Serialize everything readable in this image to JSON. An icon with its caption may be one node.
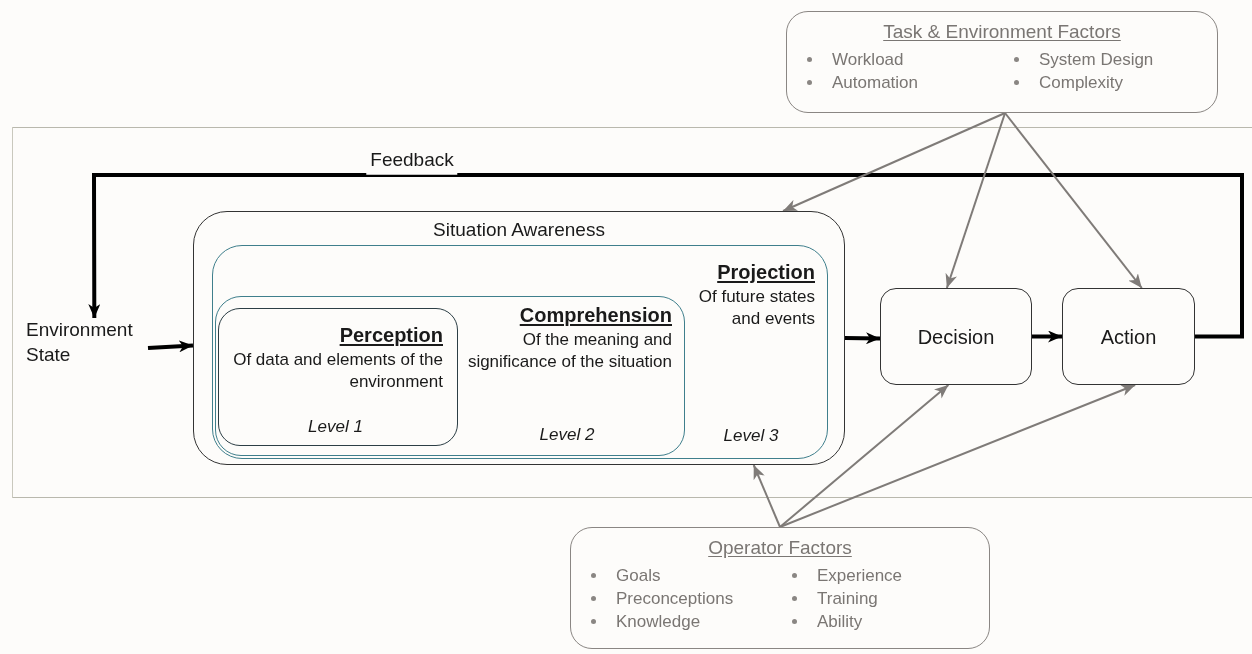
{
  "diagram": {
    "nodes": [
      {
        "text": [
          "Task & Environment Factors",
          "Workload",
          "System Design",
          "Automation",
          "Complexity"
        ]
      },
      {
        "text": [
          "Environment State"
        ]
      },
      {
        "text": [
          "Situation Awareness"
        ]
      },
      {
        "text": [
          "Projection",
          "Of future states and events",
          "Level 3"
        ],
        "in": 2
      },
      {
        "text": [
          "Comprehension",
          "Of the meaning and significance of the situation",
          "Level 2"
        ],
        "in": 3
      },
      {
        "text": [
          "Perception",
          "Of data and elements of the environment",
          "Level 1"
        ],
        "in": 4
      },
      {
        "text": [
          "Decision"
        ]
      },
      {
        "text": [
          "Action"
        ]
      },
      {
        "text": [
          "Operator Factors",
          "Goals",
          "Experience",
          "Preconceptions",
          "Training",
          "Knowledge",
          "Ability"
        ]
      }
    ],
    "edges": [
      {
        "from": 7,
        "to": 1,
        "arrow": "to",
        "label": "Feedback",
        "style": "thick",
        "color": "#000000"
      },
      {
        "from": 1,
        "to": 2,
        "arrow": "to",
        "style": "thick",
        "color": "#000000"
      },
      {
        "from": 2,
        "to": 6,
        "arrow": "to",
        "style": "thick",
        "color": "#000000"
      },
      {
        "from": 6,
        "to": 7,
        "arrow": "to",
        "style": "thick",
        "color": "#000000"
      },
      {
        "from": 0,
        "to": 2,
        "arrow": "to"
      },
      {
        "from": 0,
        "to": 6,
        "arrow": "to"
      },
      {
        "from": 0,
        "to": 7,
        "arrow": "to"
      },
      {
        "from": 8,
        "to": 2,
        "arrow": "to"
      },
      {
        "from": 8,
        "to": 6,
        "arrow": "to"
      },
      {
        "from": 8,
        "to": 7,
        "arrow": "to"
      }
    ]
  }
}
